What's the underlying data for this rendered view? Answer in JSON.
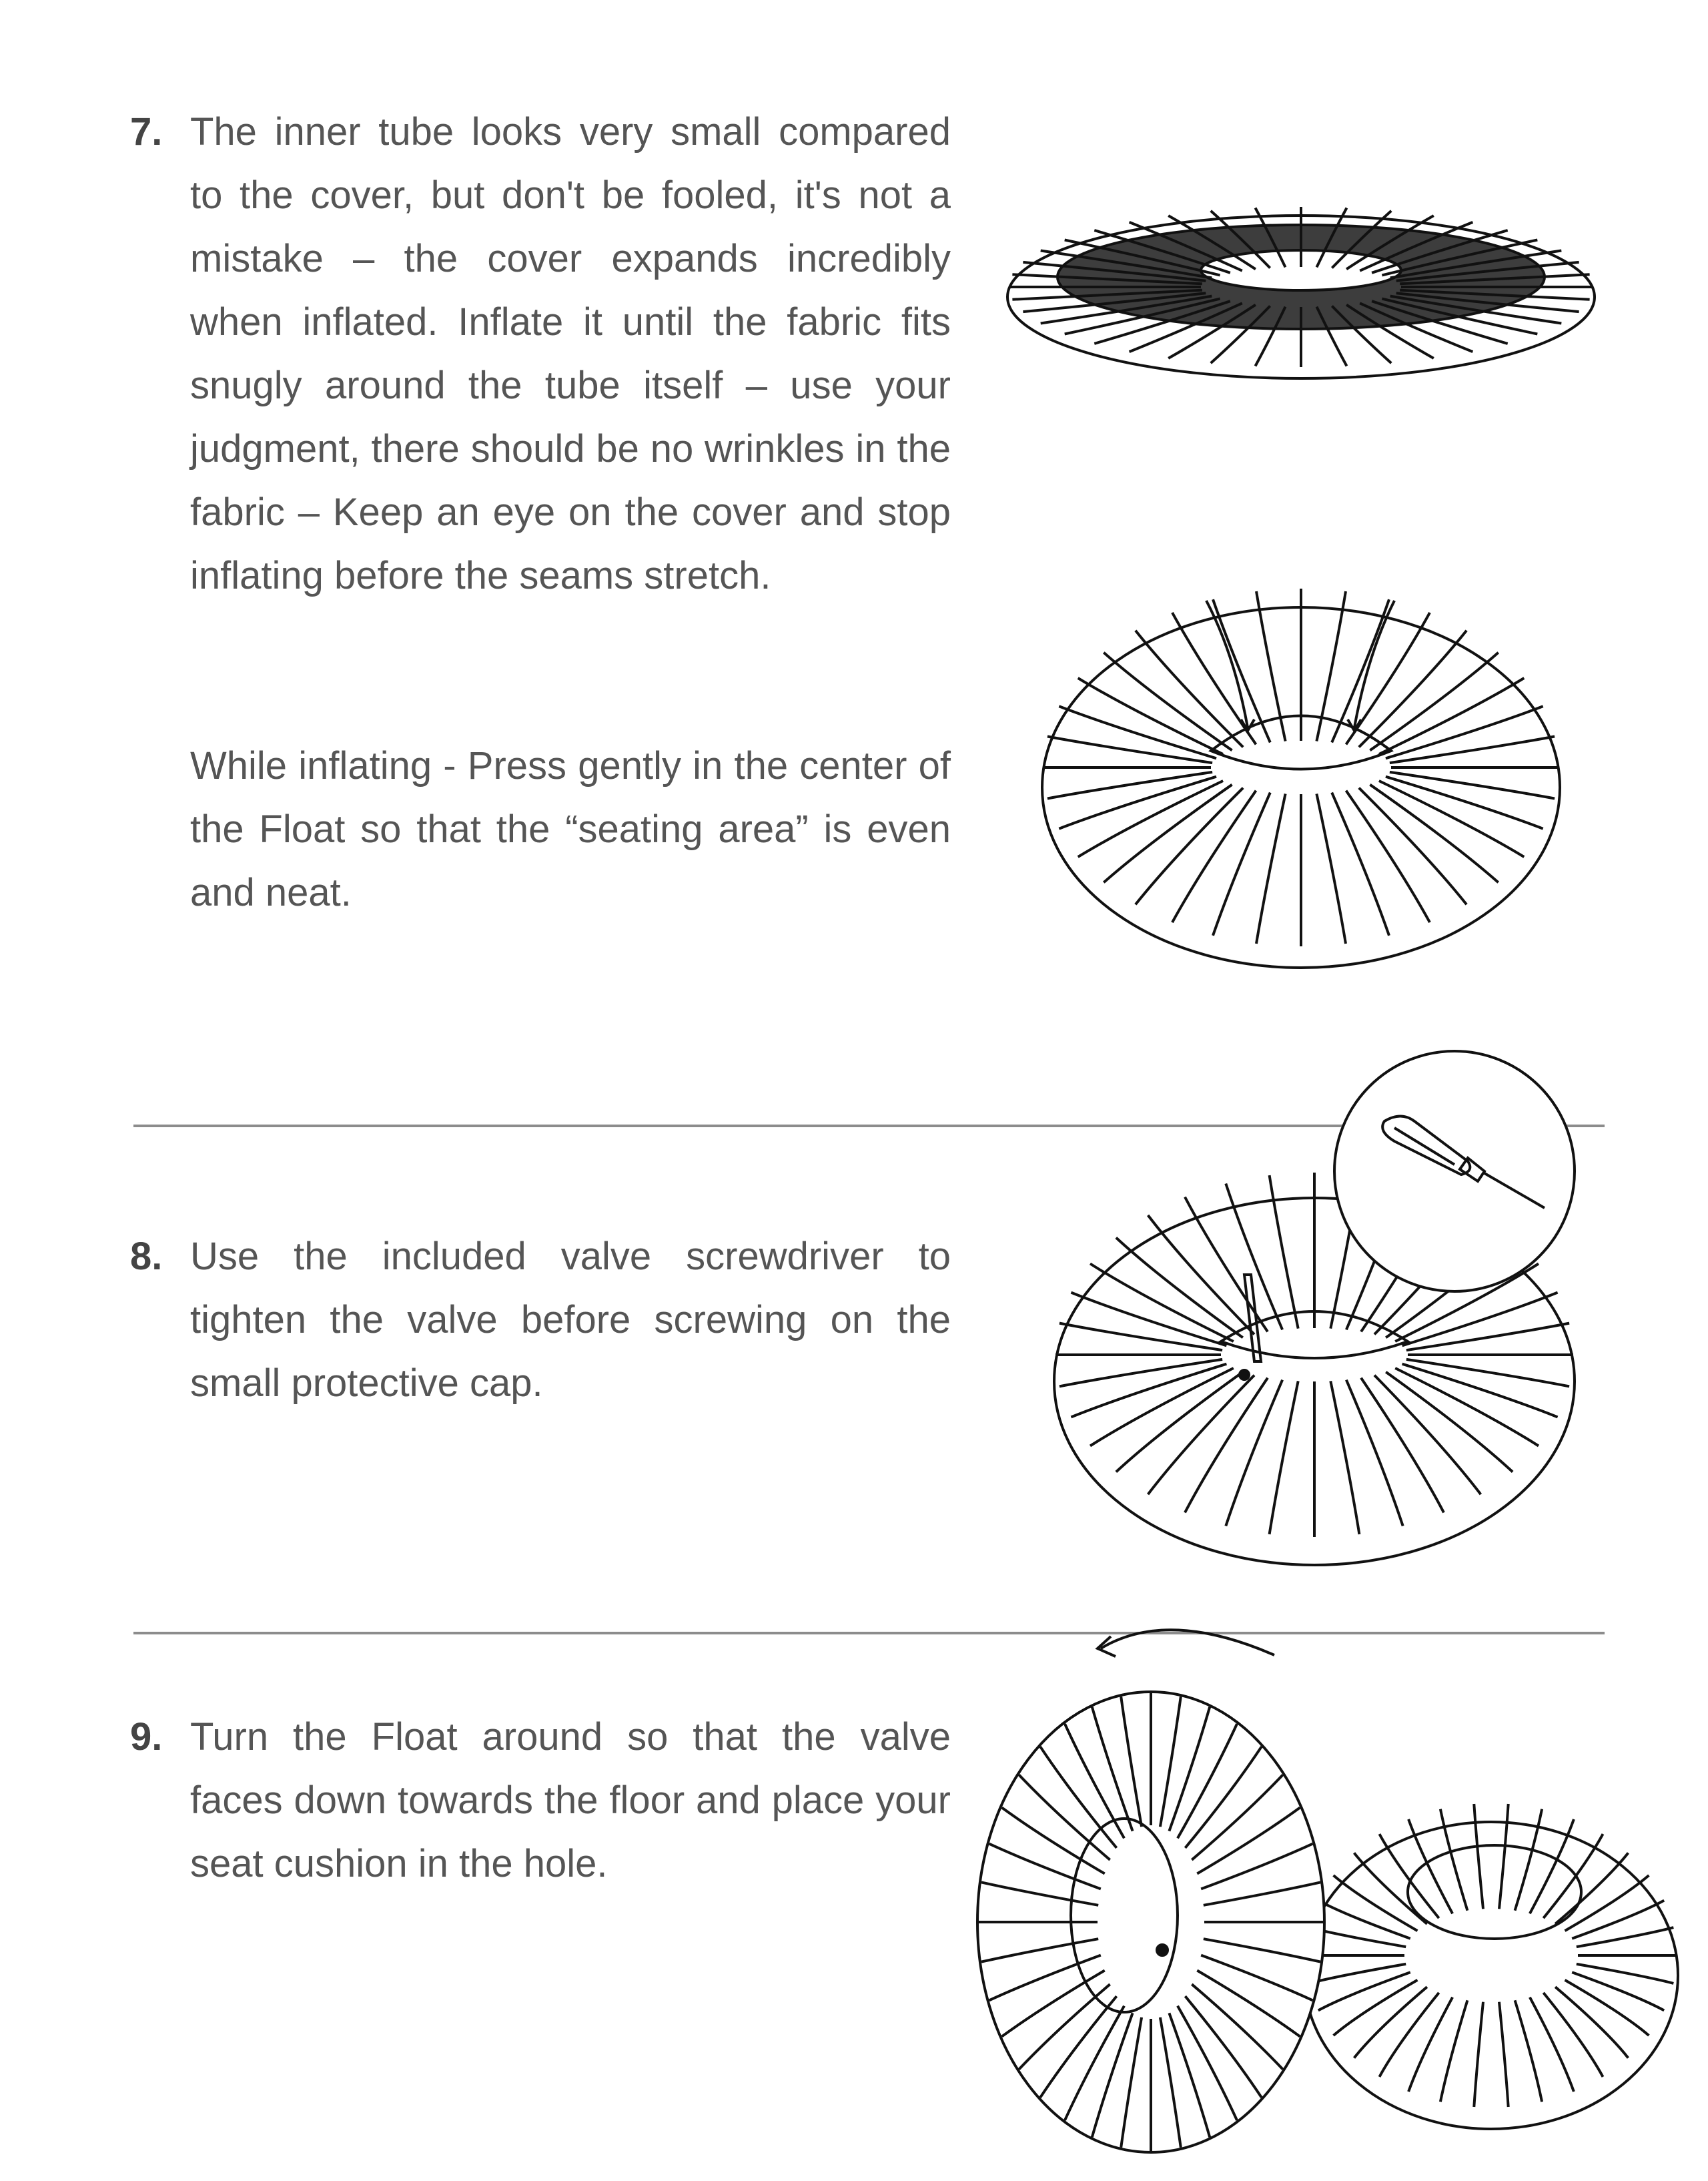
{
  "steps": [
    {
      "number": "7.",
      "paragraphs": [
        "The inner tube looks very small compared to the cover, but don't be fooled, it's not a mistake – the cover expands incredibly when inflated. Inflate it until the fabric fits snugly around the tube itself – use your judgment, there should be no wrinkles in the fabric – Keep an eye on the cover and stop inflating before the seams stretch.",
        "While inflating - Press gently in the center of the Float so that the “seating area” is even and neat."
      ]
    },
    {
      "number": "8.",
      "paragraphs": [
        "Use the included valve screwdriver to tighten the valve before screwing on the small protective cap."
      ]
    },
    {
      "number": "9.",
      "paragraphs": [
        "Turn the Float around so that the valve faces down towards the floor and place your seat cushion in the hole."
      ]
    }
  ],
  "colors": {
    "text": "#555555",
    "rule": "#8c8c8c",
    "line_art": "#111111"
  }
}
